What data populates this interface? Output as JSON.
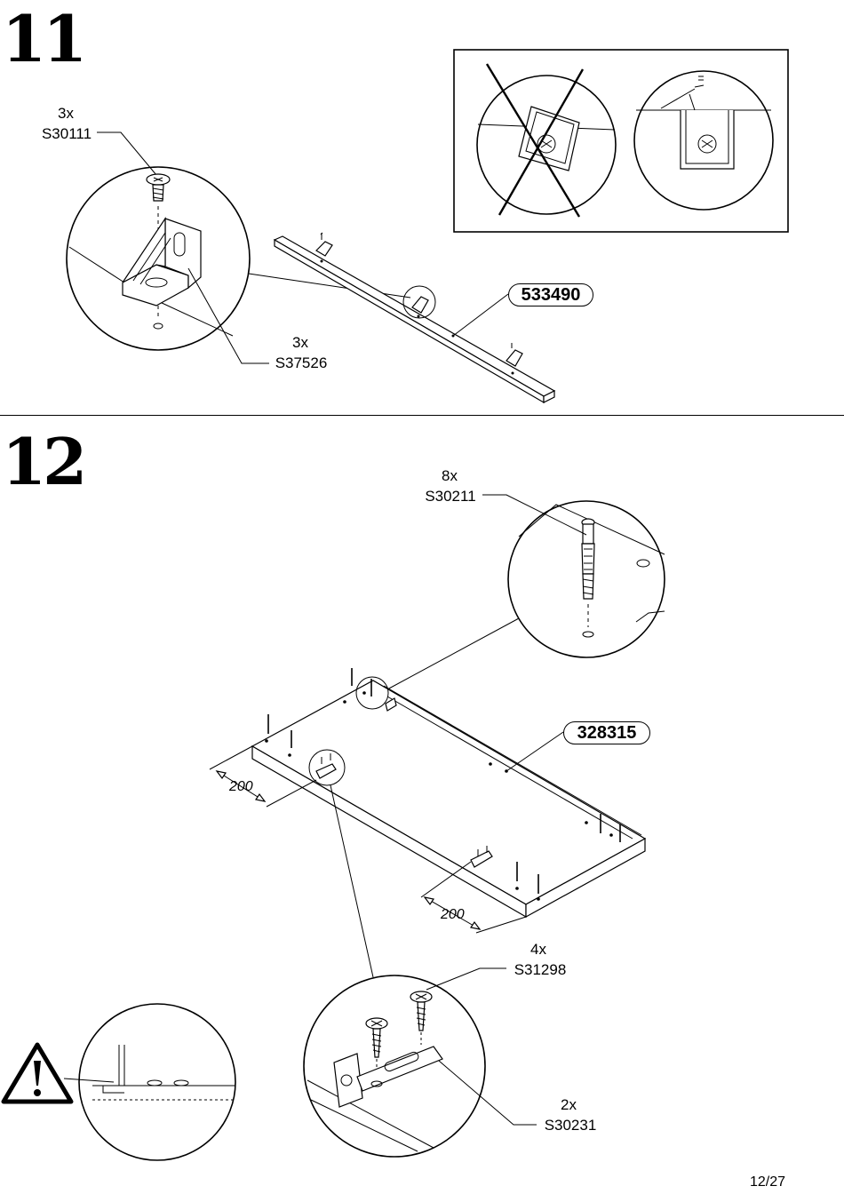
{
  "steps": {
    "s11": {
      "number": "11",
      "screw_qty": "3x",
      "screw_code": "S30111",
      "bracket_qty": "3x",
      "bracket_code": "S37526",
      "part_code": "533490"
    },
    "s12": {
      "number": "12",
      "dowel_qty": "8x",
      "dowel_code": "S30211",
      "part_code": "328315",
      "dim_left": "200",
      "dim_bottom": "200",
      "screw_qty": "4x",
      "screw_code": "S31298",
      "bracket_qty": "2x",
      "bracket_code": "S30231"
    }
  },
  "footer": {
    "page": "12/27"
  },
  "icons": [
    "warning-icon",
    "cross-out-icon",
    "screw-icon",
    "dowel-icon",
    "bracket-icon"
  ]
}
